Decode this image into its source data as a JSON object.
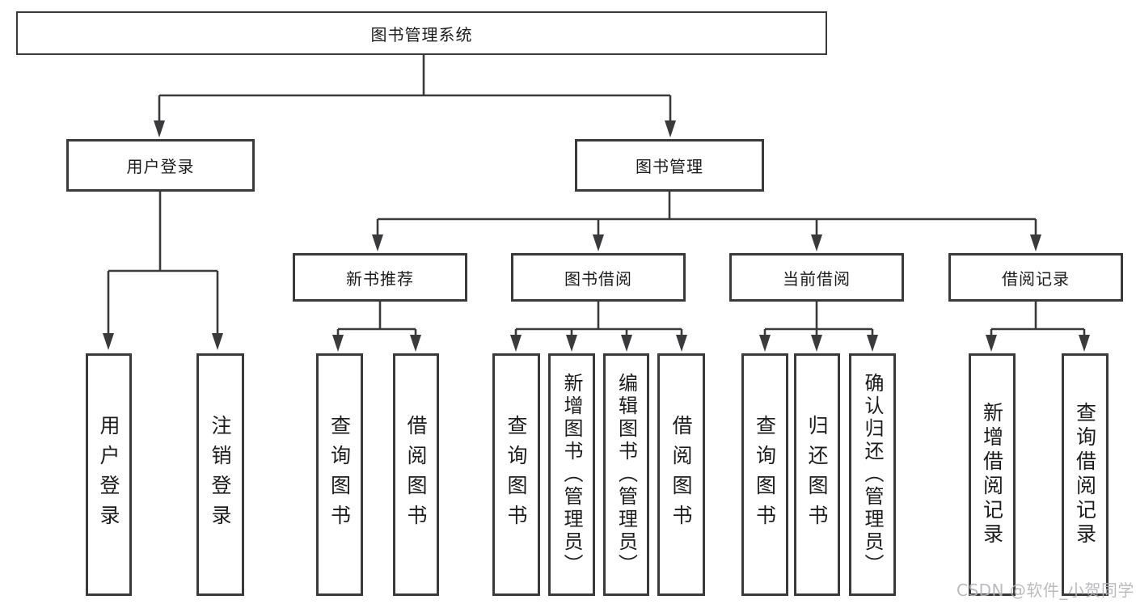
{
  "tree": {
    "label": "图书管理系统",
    "children": [
      {
        "label": "用户登录",
        "children": [
          {
            "label": "用户登录"
          },
          {
            "label": "注销登录"
          }
        ]
      },
      {
        "label": "图书管理",
        "children": [
          {
            "label": "新书推荐",
            "children": [
              {
                "label": "查询图书"
              },
              {
                "label": "借阅图书"
              }
            ]
          },
          {
            "label": "图书借阅",
            "children": [
              {
                "label": "查询图书"
              },
              {
                "label": "新增图书（管理员）"
              },
              {
                "label": "编辑图书（管理员）"
              },
              {
                "label": "借阅图书"
              }
            ]
          },
          {
            "label": "当前借阅",
            "children": [
              {
                "label": "查询图书"
              },
              {
                "label": "归还图书"
              },
              {
                "label": "确认归还（管理员）"
              }
            ]
          },
          {
            "label": "借阅记录",
            "children": [
              {
                "label": "新增借阅记录"
              },
              {
                "label": "查询借阅记录"
              }
            ]
          }
        ]
      }
    ]
  },
  "watermark": {
    "text": "CSDN @软件_小贺同学"
  },
  "colors": {
    "line": "#3a3a3c",
    "text": "#1c1c1e",
    "watermark": "#b4b4b8",
    "background": "#ffffff"
  }
}
